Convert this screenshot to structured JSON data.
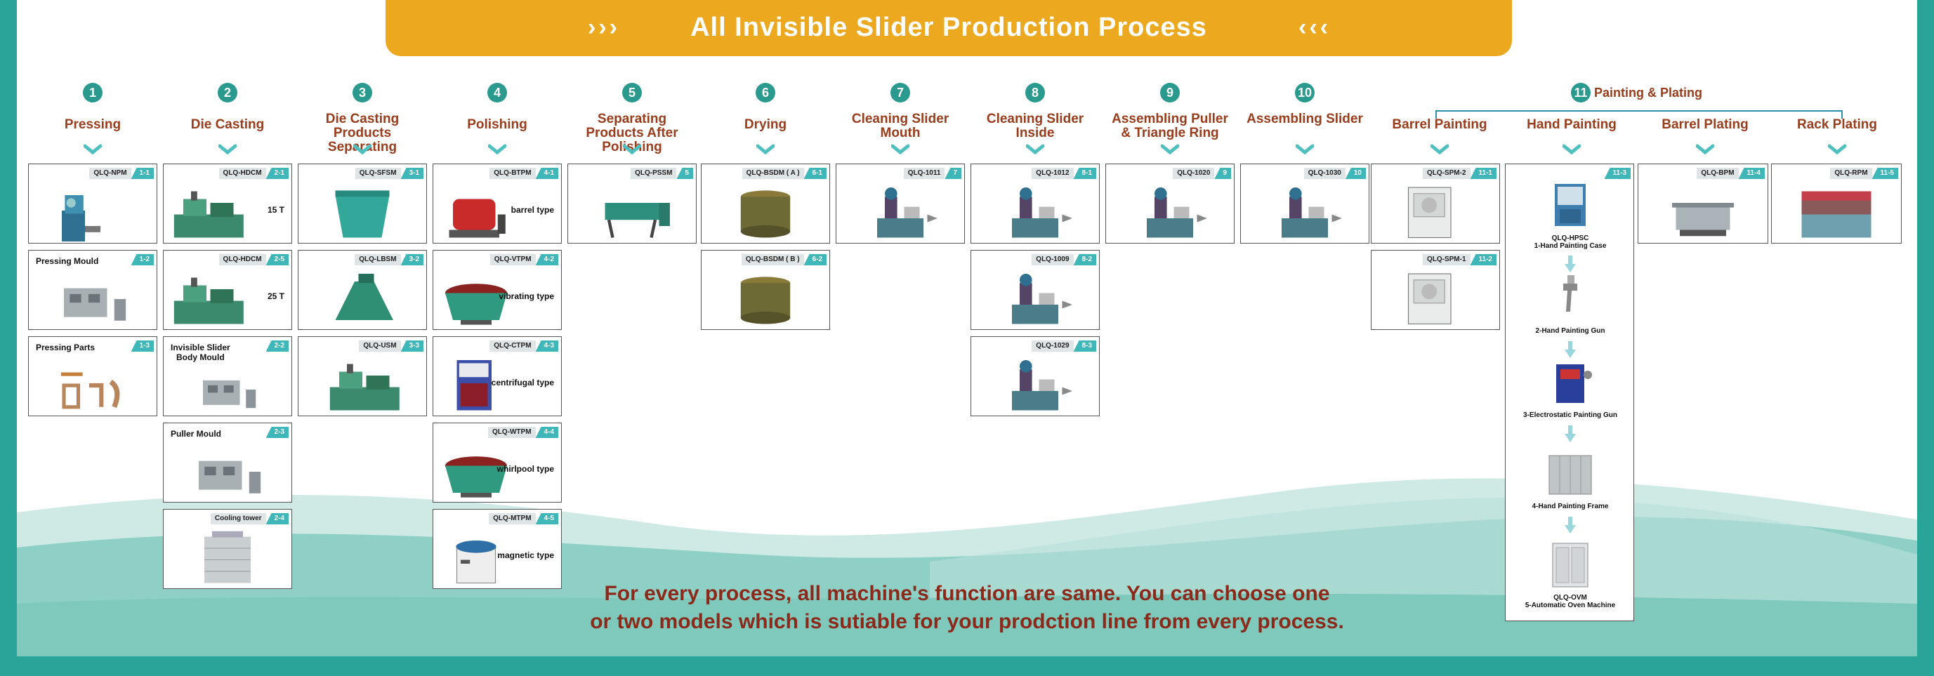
{
  "banner": {
    "title": "All Invisible Slider Production Process",
    "left_chevrons": "›››",
    "right_chevrons": "‹‹‹"
  },
  "steps": [
    {
      "num": "1",
      "name": "Pressing"
    },
    {
      "num": "2",
      "name": "Die Casting"
    },
    {
      "num": "3",
      "name": "Die Casting Products Separating"
    },
    {
      "num": "4",
      "name": "Polishing"
    },
    {
      "num": "5",
      "name": "Separating Products After Polishing"
    },
    {
      "num": "6",
      "name": "Drying"
    },
    {
      "num": "7",
      "name": "Cleaning Slider Mouth"
    },
    {
      "num": "8",
      "name": "Cleaning Slider Inside"
    },
    {
      "num": "9",
      "name": "Assembling Puller & Triangle Ring"
    },
    {
      "num": "10",
      "name": "Assembling Slider"
    }
  ],
  "painting": {
    "num": "11",
    "name": "Painting & Plating",
    "subs": [
      "Barrel Painting",
      "Hand Painting",
      "Barrel Plating",
      "Rack Plating"
    ]
  },
  "cards": [
    {
      "model": "QLQ-NPM",
      "code": "1-1",
      "title": "",
      "sub": ""
    },
    {
      "model": "",
      "code": "1-2",
      "title": "Pressing Mould",
      "sub": ""
    },
    {
      "model": "",
      "code": "1-3",
      "title": "Pressing Parts",
      "sub": ""
    },
    {
      "model": "QLQ-HDCM",
      "code": "2-1",
      "title": "",
      "sub": "15 T"
    },
    {
      "model": "QLQ-HDCM",
      "code": "2-5",
      "title": "",
      "sub": "25 T"
    },
    {
      "model": "",
      "code": "2-2",
      "title": "Invisible Slider\nBody Mould",
      "sub": ""
    },
    {
      "model": "",
      "code": "2-3",
      "title": "Puller Mould",
      "sub": ""
    },
    {
      "model": "Cooling tower",
      "code": "2-4",
      "title": "",
      "sub": ""
    },
    {
      "model": "QLQ-SFSM",
      "code": "3-1",
      "title": "",
      "sub": ""
    },
    {
      "model": "QLQ-LBSM",
      "code": "3-2",
      "title": "",
      "sub": ""
    },
    {
      "model": "QLQ-USM",
      "code": "3-3",
      "title": "",
      "sub": ""
    },
    {
      "model": "QLQ-BTPM",
      "code": "4-1",
      "title": "",
      "sub": "barrel type"
    },
    {
      "model": "QLQ-VTPM",
      "code": "4-2",
      "title": "",
      "sub": "vibrating type"
    },
    {
      "model": "QLQ-CTPM",
      "code": "4-3",
      "title": "",
      "sub": "centrifugal type"
    },
    {
      "model": "QLQ-WTPM",
      "code": "4-4",
      "title": "",
      "sub": "whirlpool type"
    },
    {
      "model": "QLQ-MTPM",
      "code": "4-5",
      "title": "",
      "sub": "magnetic type"
    },
    {
      "model": "QLQ-PSSM",
      "code": "5",
      "title": "",
      "sub": ""
    },
    {
      "model": "QLQ-BSDM ( A )",
      "code": "6-1",
      "title": "",
      "sub": ""
    },
    {
      "model": "QLQ-BSDM ( B )",
      "code": "6-2",
      "title": "",
      "sub": ""
    },
    {
      "model": "QLQ-1011",
      "code": "7",
      "title": "",
      "sub": ""
    },
    {
      "model": "QLQ-1012",
      "code": "8-1",
      "title": "",
      "sub": ""
    },
    {
      "model": "QLQ-1009",
      "code": "8-2",
      "title": "",
      "sub": ""
    },
    {
      "model": "QLQ-1029",
      "code": "8-3",
      "title": "",
      "sub": ""
    },
    {
      "model": "QLQ-1020",
      "code": "9",
      "title": "",
      "sub": ""
    },
    {
      "model": "QLQ-1030",
      "code": "10",
      "title": "",
      "sub": ""
    },
    {
      "model": "QLQ-SPM-2",
      "code": "11-1",
      "title": "",
      "sub": ""
    },
    {
      "model": "QLQ-SPM-1",
      "code": "11-2",
      "title": "",
      "sub": ""
    },
    {
      "model": "QLQ-BPM",
      "code": "11-4",
      "title": "",
      "sub": ""
    },
    {
      "model": "QLQ-RPM",
      "code": "11-5",
      "title": "",
      "sub": ""
    }
  ],
  "hand_painting": {
    "code": "11-3",
    "items": [
      "QLQ-HPSC\n1-Hand Painting Case",
      "2-Hand Painting Gun",
      "3-Electrostatic Painting Gun",
      "4-Hand Painting Frame",
      "QLQ-OVM\n5-Automatic Oven Machine"
    ]
  },
  "footnote": {
    "line1": "For every process, all machine's function are same. You can choose one",
    "line2": "or two models which is sutiable for your prodction line from every process."
  }
}
